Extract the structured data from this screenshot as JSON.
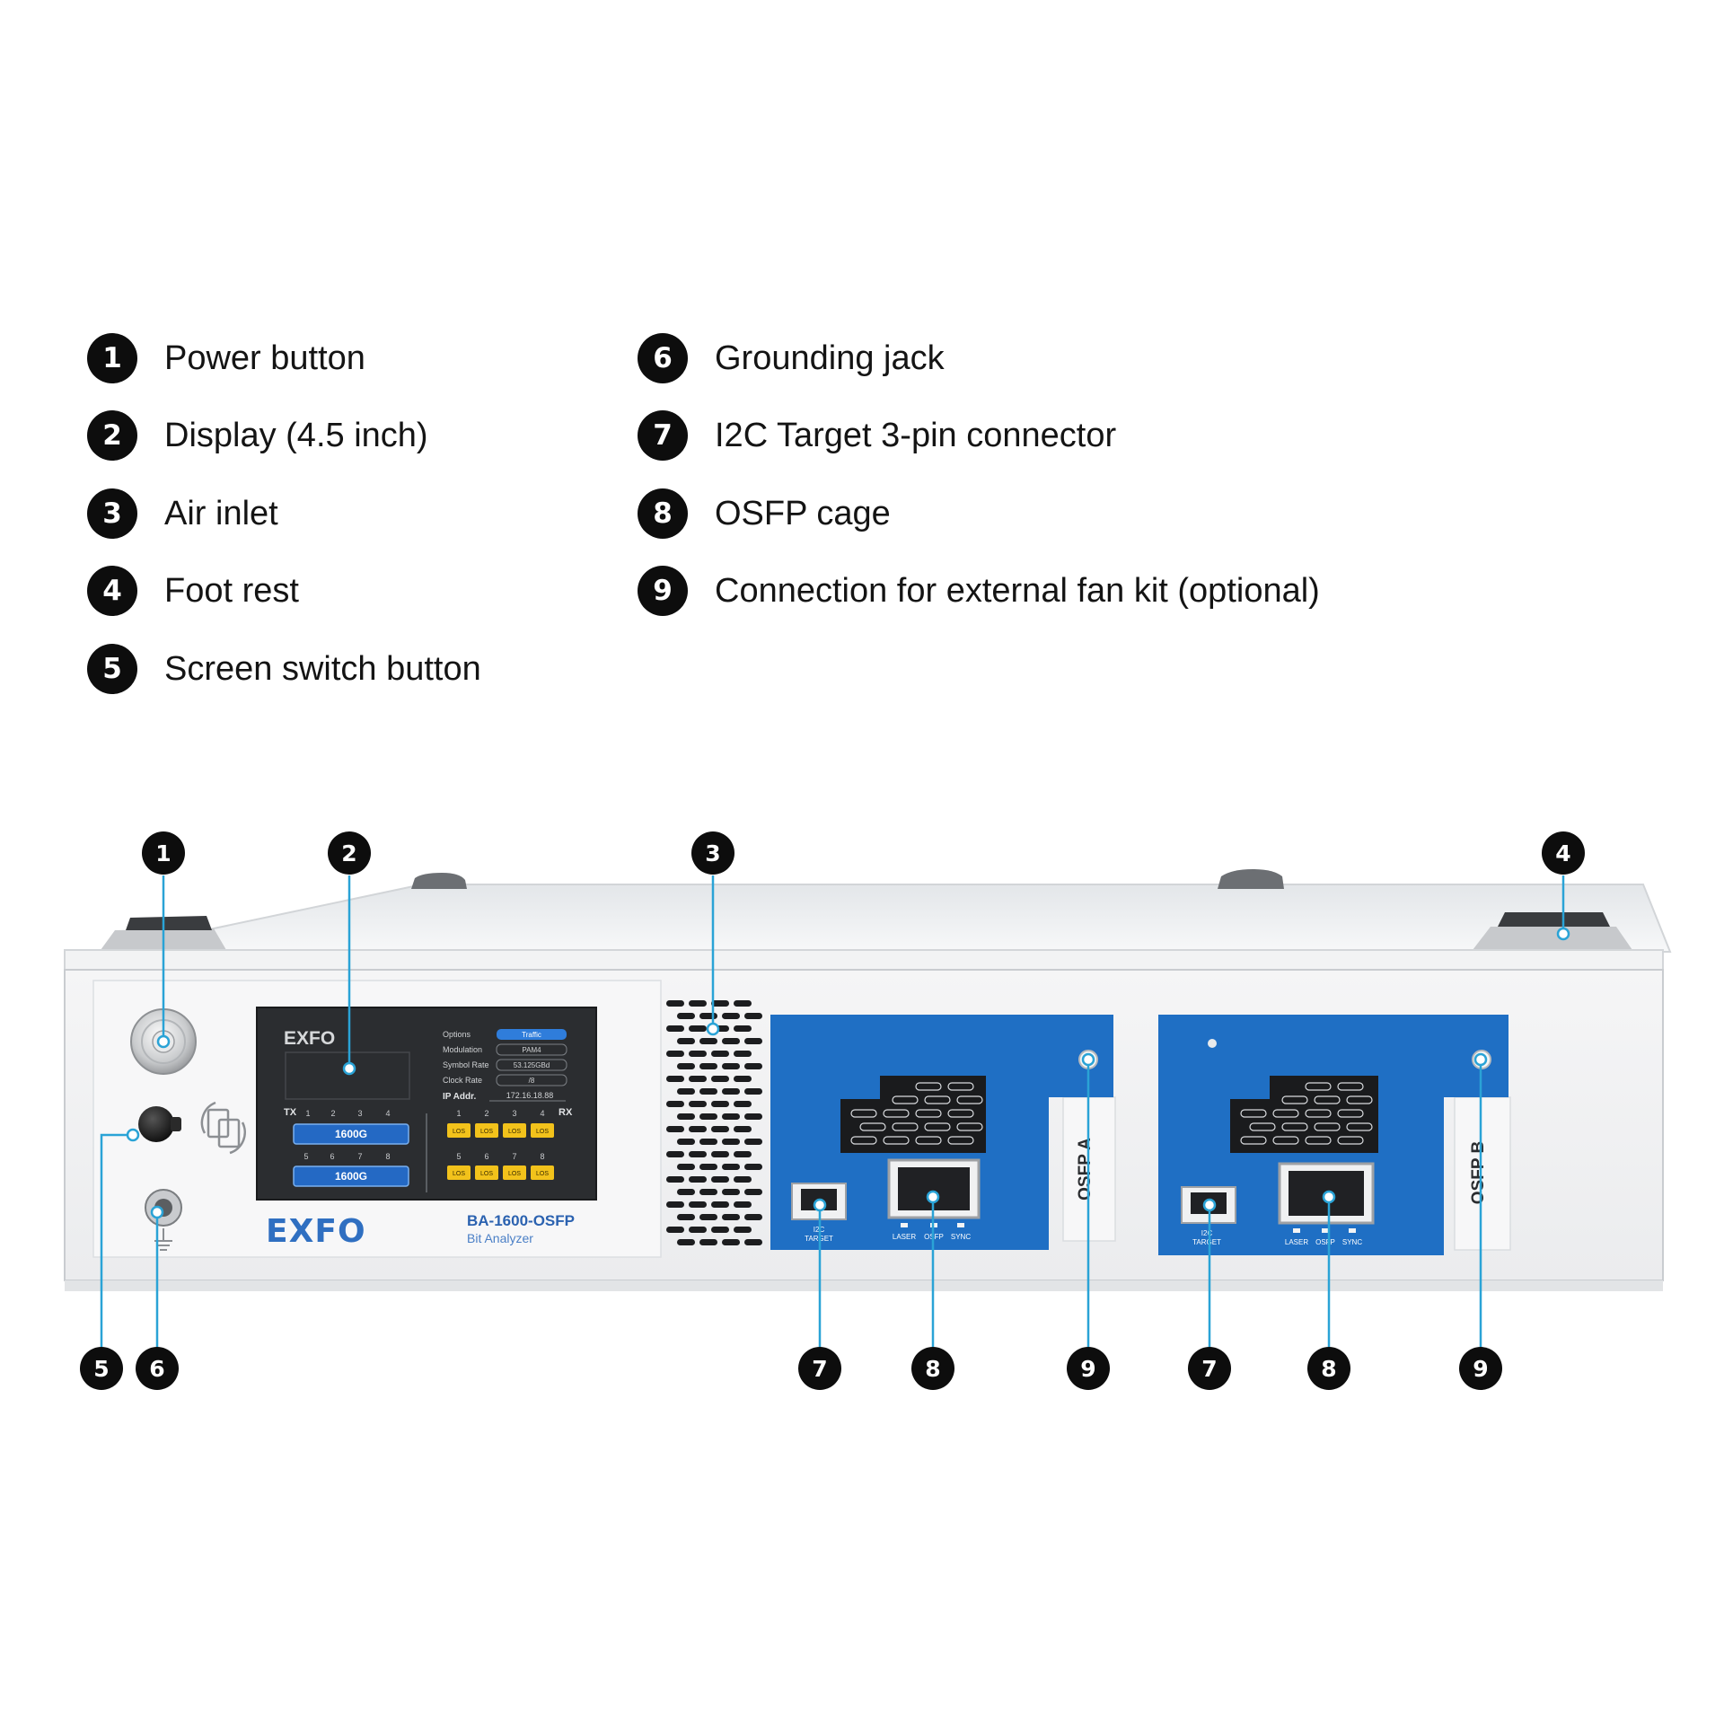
{
  "legend": [
    {
      "num": "1",
      "label": "Power button"
    },
    {
      "num": "2",
      "label": "Display (4.5 inch)"
    },
    {
      "num": "3",
      "label": "Air inlet"
    },
    {
      "num": "4",
      "label": "Foot rest"
    },
    {
      "num": "5",
      "label": "Screen switch button"
    },
    {
      "num": "6",
      "label": "Grounding jack"
    },
    {
      "num": "7",
      "label": "I2C Target 3-pin connector"
    },
    {
      "num": "8",
      "label": "OSFP cage"
    },
    {
      "num": "9",
      "label": "Connection for external fan kit (optional)"
    }
  ],
  "callouts": [
    "1",
    "2",
    "3",
    "4",
    "5",
    "6",
    "7",
    "8",
    "9",
    "7",
    "8",
    "9"
  ],
  "device": {
    "brand": "EXFO",
    "model": "BA-1600-OSFP",
    "subtitle": "Bit Analyzer",
    "module_a_label": "OSFP A",
    "module_b_label": "OSFP B",
    "port_labels": {
      "i2c_line1": "I2C",
      "i2c_line2": "TARGET",
      "laser": "LASER",
      "osfp": "OSFP",
      "sync": "SYNC"
    }
  },
  "screen": {
    "brand": "EXFO",
    "fields": [
      {
        "label": "Options",
        "value": "Traffic"
      },
      {
        "label": "Modulation",
        "value": "PAM4"
      },
      {
        "label": "Symbol Rate",
        "value": "53.125GBd"
      },
      {
        "label": "Clock Rate",
        "value": "/8"
      }
    ],
    "ip_label": "IP Addr.",
    "ip_value": "172.16.18.88",
    "tx_label": "TX",
    "rx_label": "RX",
    "nums_top": [
      "1",
      "2",
      "3",
      "4"
    ],
    "nums_bottom": [
      "5",
      "6",
      "7",
      "8"
    ],
    "rate": "1600G",
    "los": "LOS"
  },
  "colors": {
    "accent_blue": "#1f6fc4",
    "callout_line": "#2aa3d6",
    "badge": "#0d0d0d",
    "los_yellow": "#f2c21b"
  }
}
